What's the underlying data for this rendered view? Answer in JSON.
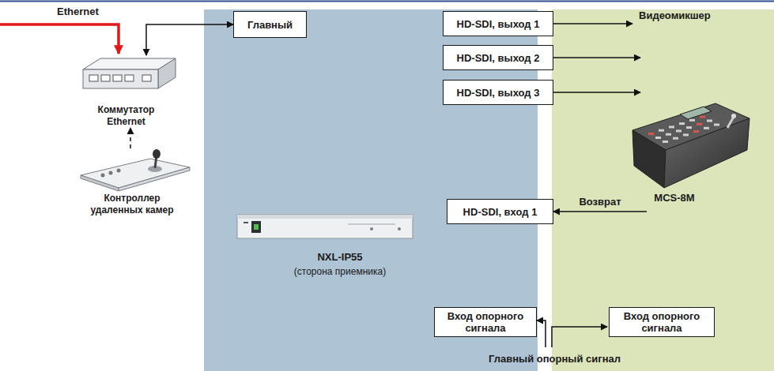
{
  "diagram": {
    "nodes": [
      {
        "text": [
          "NXL-IP55",
          "(сторона приемника)"
        ]
      },
      {
        "text": [
          "Видеомикшер",
          "MCS-8M"
        ]
      },
      {
        "text": [
          "Главный"
        ],
        "in": 0
      },
      {
        "text": [
          "HD-SDI, выход 1"
        ],
        "in": 0
      },
      {
        "text": [
          "HD-SDI, выход 2"
        ],
        "in": 0
      },
      {
        "text": [
          "HD-SDI, выход 3"
        ],
        "in": 0
      },
      {
        "text": [
          "HD-SDI, вход 1"
        ],
        "in": 0
      },
      {
        "text": [
          "Вход опорного сигнала"
        ],
        "in": 0
      },
      {
        "text": [
          "Вход опорного сигнала"
        ],
        "in": 1
      },
      {
        "text": [
          "Коммутатор Ethernet"
        ]
      },
      {
        "text": [
          "Контроллер удаленных камер"
        ]
      }
    ],
    "edges": [
      {
        "from": 9,
        "to": 2,
        "arrow": "both"
      },
      {
        "from": 10,
        "to": 9,
        "arrow": "to"
      },
      {
        "from": 3,
        "to": 1,
        "arrow": "to"
      },
      {
        "from": 4,
        "to": 1,
        "arrow": "to"
      },
      {
        "from": 5,
        "to": 1,
        "arrow": "to"
      },
      {
        "from": 1,
        "to": 6,
        "arrow": "to",
        "label": "Возврат"
      }
    ],
    "labels": [
      "Ethernet",
      "Главный опорный сигнал"
    ]
  }
}
